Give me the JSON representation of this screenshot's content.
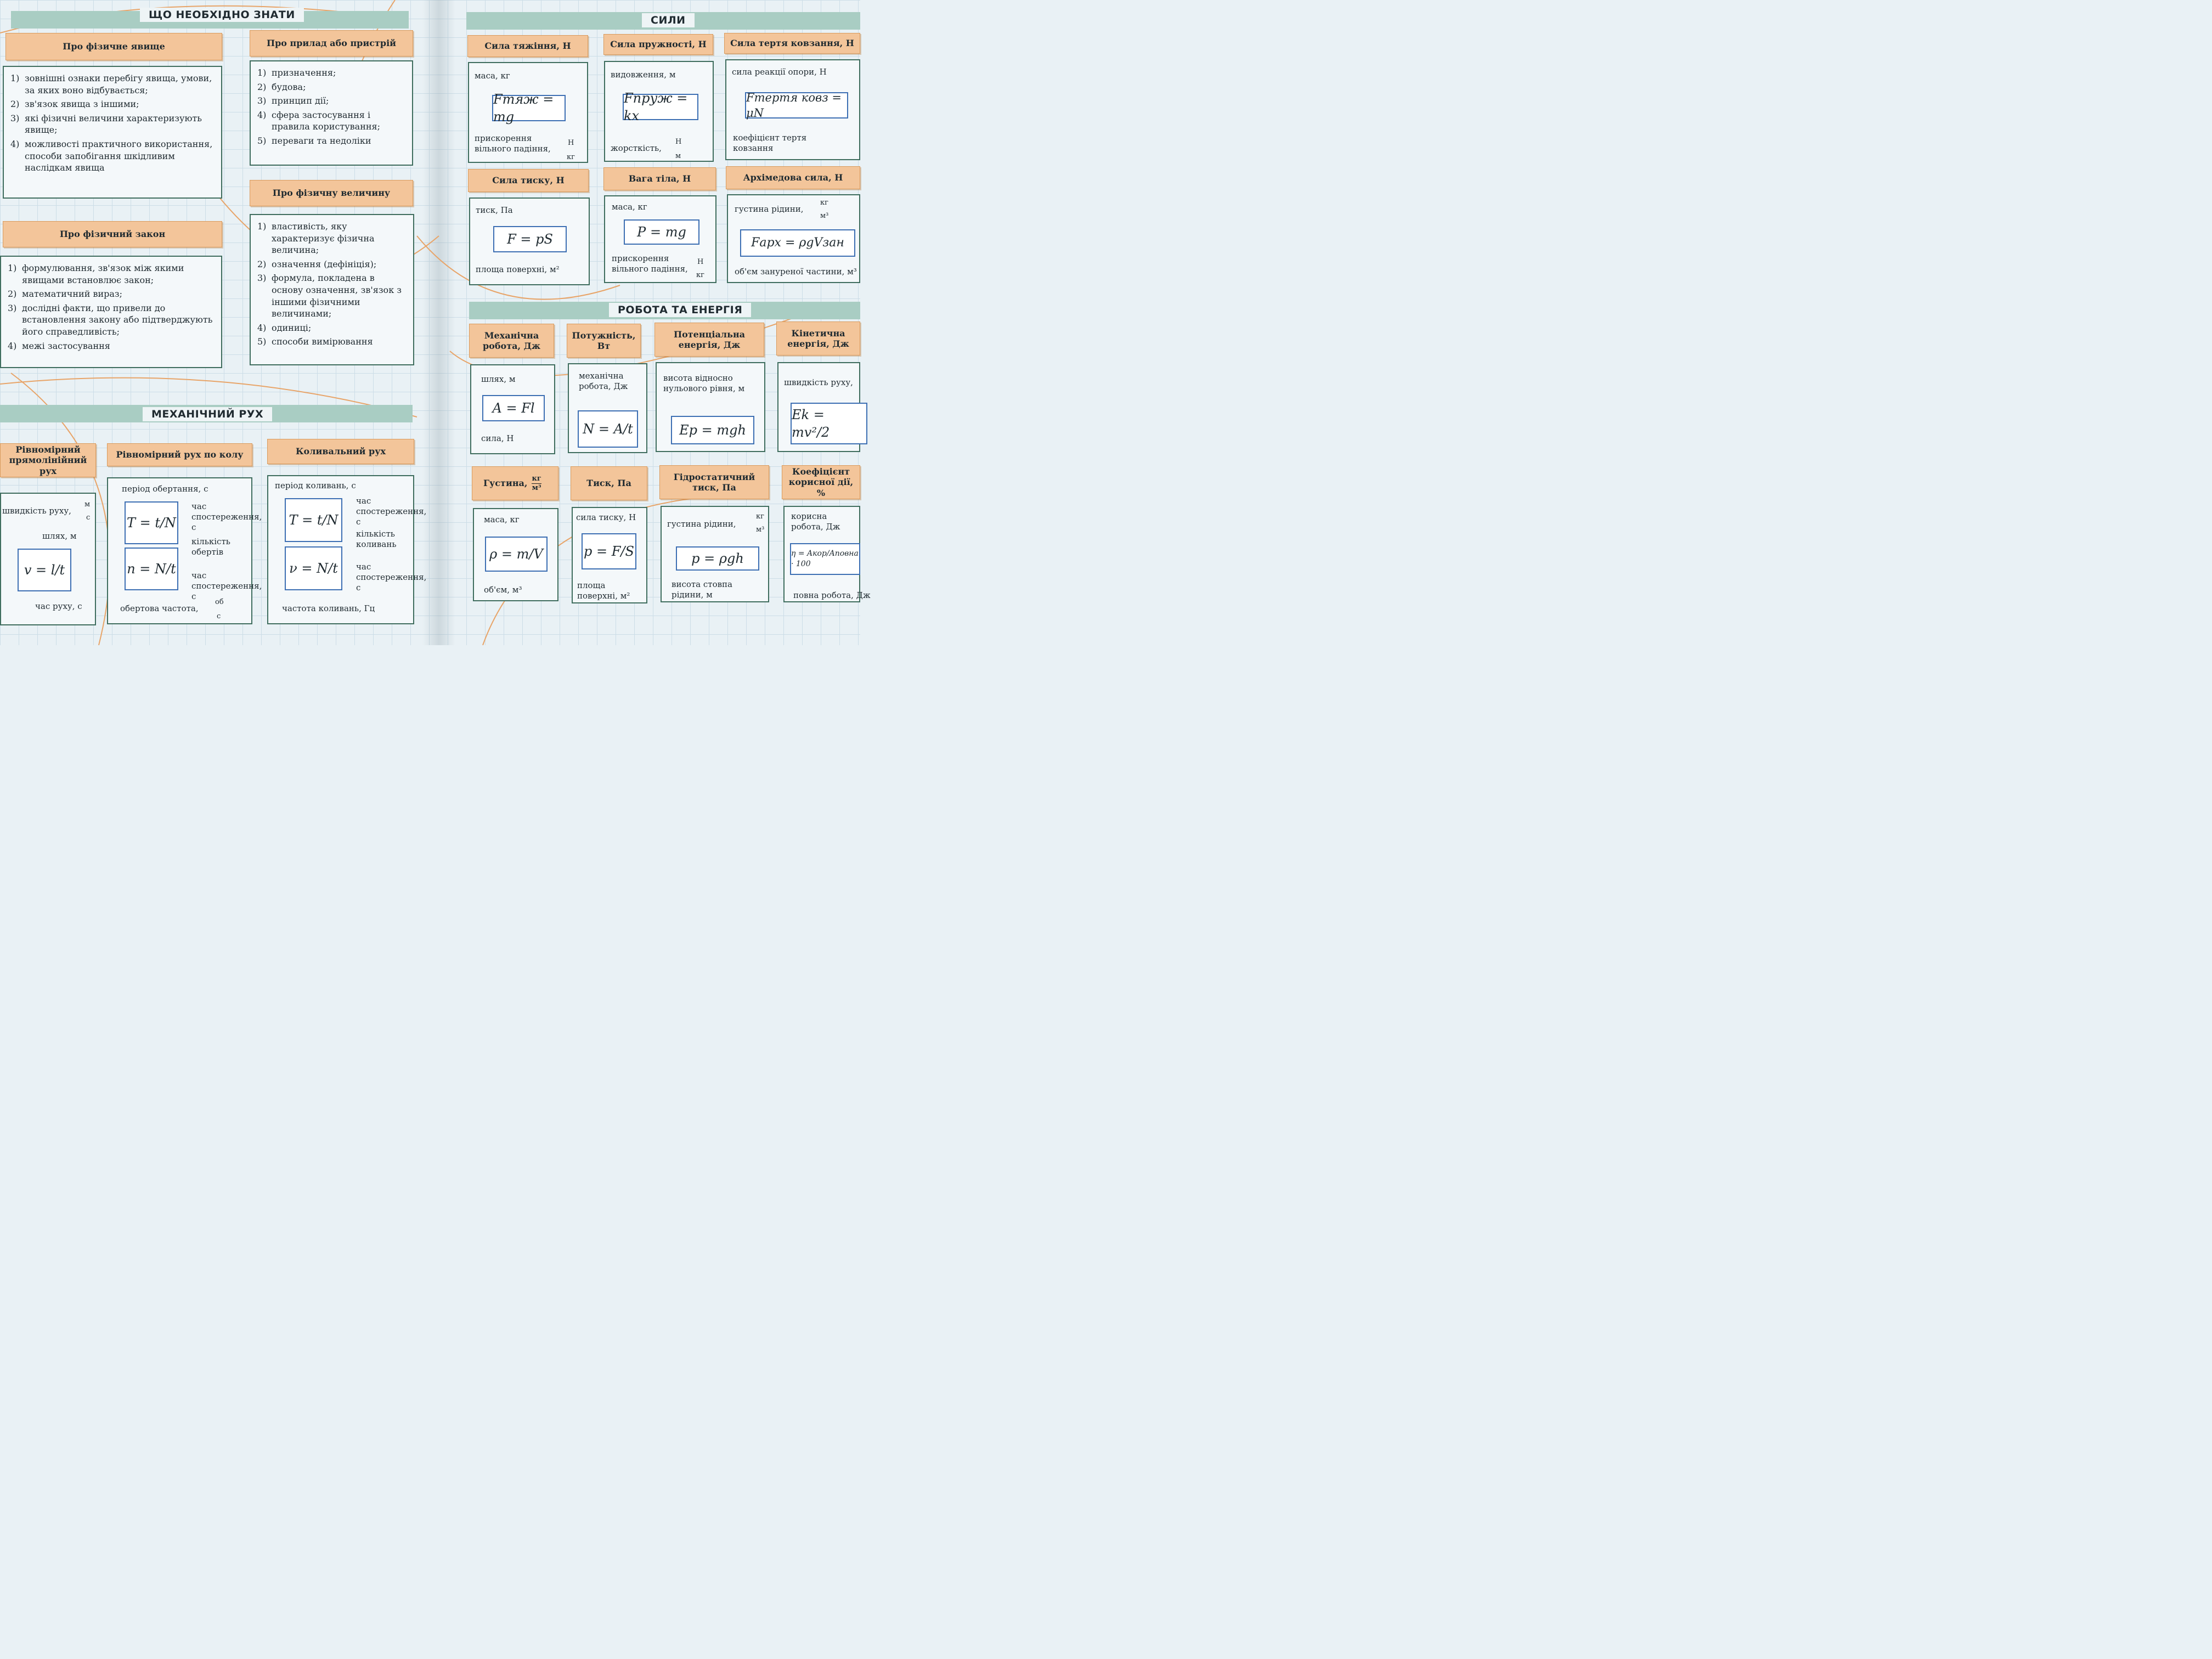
{
  "headers": {
    "what_to_know": "ЩО НЕОБХІДНО ЗНАТИ",
    "forces": "СИЛИ",
    "work_energy": "РОБОТА ТА ЕНЕРГІЯ",
    "mech_motion": "МЕХАНІЧНИЙ РУХ"
  },
  "about_phenomenon": {
    "title": "Про фізичне явище",
    "items": [
      {
        "n": "1)",
        "t": "зовнішні ознаки перебігу явища, умови, за яких воно відбувається;"
      },
      {
        "n": "2)",
        "t": "зв'язок явища з іншими;"
      },
      {
        "n": "3)",
        "t": "які фізичні величини характеризують явище;"
      },
      {
        "n": "4)",
        "t": "можливості практичного використання, способи запобігання шкідливим наслідкам явища"
      }
    ]
  },
  "about_device": {
    "title": "Про прилад або пристрій",
    "items": [
      {
        "n": "1)",
        "t": "призначення;"
      },
      {
        "n": "2)",
        "t": "будова;"
      },
      {
        "n": "3)",
        "t": "принцип дії;"
      },
      {
        "n": "4)",
        "t": "сфера застосування і правила користування;"
      },
      {
        "n": "5)",
        "t": "переваги та недоліки"
      }
    ]
  },
  "about_law": {
    "title": "Про фізичний закон",
    "items": [
      {
        "n": "1)",
        "t": "формулювання, зв'язок між якими явищами встановлює закон;"
      },
      {
        "n": "2)",
        "t": "математичний вираз;"
      },
      {
        "n": "3)",
        "t": "дослідні факти, що привели до встановлення закону або підтверджують його справедливість;"
      },
      {
        "n": "4)",
        "t": "межі застосування"
      }
    ]
  },
  "about_quantity": {
    "title": "Про фізичну величину",
    "items": [
      {
        "n": "1)",
        "t": "властивість, яку характеризує фізична величина;"
      },
      {
        "n": "2)",
        "t": "означення (дефініція);"
      },
      {
        "n": "3)",
        "t": "формула, покладена в основу означення, зв'язок з іншими фізичними величинами;"
      },
      {
        "n": "4)",
        "t": "одиниці;"
      },
      {
        "n": "5)",
        "t": "способи вимірювання"
      }
    ]
  },
  "motion": {
    "uniform": {
      "title": "Рівномірний прямолінійний рух",
      "speed": "швидкість руху,",
      "speed_unit_n": "м",
      "speed_unit_d": "с",
      "path": "шлях, м",
      "time": "час руху, с",
      "formula": "v = l/t"
    },
    "circular": {
      "title": "Рівномірний рух по колу",
      "period": "період обертання, с",
      "obs1": "час спостереження, с",
      "count": "кількість обертів",
      "obs2": "час спостереження, с",
      "freq": "обертова частота,",
      "freq_unit_n": "об",
      "freq_unit_d": "с",
      "f1": "T = t/N",
      "f2": "n = N/t"
    },
    "oscillation": {
      "title": "Коливальний рух",
      "period": "період коливань, с",
      "obs1": "час спостереження, с",
      "count": "кількість коливань",
      "obs2": "час спостереження, с",
      "freq": "частота коливань, Гц",
      "f1": "T = t/N",
      "f2": "ν = N/t"
    }
  },
  "forces": {
    "gravity": {
      "title": "Сила тяжіння, Н",
      "top": "маса, кг",
      "formula": "Fтяж = mg",
      "bottom": "прискорення вільного падіння,",
      "unit_n": "Н",
      "unit_d": "кг"
    },
    "elastic": {
      "title": "Сила пружності, Н",
      "top": "видовження, м",
      "formula": "Fпруж = kx",
      "bottom": "жорсткість,",
      "unit_n": "Н",
      "unit_d": "м"
    },
    "friction": {
      "title": "Сила тертя ковзання, Н",
      "top": "сила реакції опори, Н",
      "formula": "Fтертя ковз = μN",
      "bottom": "коефіцієнт тертя ковзання"
    },
    "pressure_force": {
      "title": "Сила тиску, Н",
      "top": "тиск, Па",
      "formula": "F = pS",
      "bottom": "площа поверхні, м²"
    },
    "weight": {
      "title": "Вага тіла, Н",
      "top": "маса, кг",
      "formula": "P = mg",
      "bottom": "прискорення вільного падіння,",
      "unit_n": "Н",
      "unit_d": "кг"
    },
    "archimedes": {
      "title": "Архімедова сила, Н",
      "top": "густина рідини,",
      "unit_n": "кг",
      "unit_d": "м³",
      "formula": "Fарх = ρgVзан",
      "bottom": "об'єм зануреної частини, м³"
    }
  },
  "energy": {
    "work": {
      "title": "Механічна робота, Дж",
      "top": "шлях, м",
      "formula": "A = Fl",
      "bottom": "сила, Н"
    },
    "power": {
      "title": "Потужність, Вт",
      "top": "механічна робота, Дж",
      "formula": "N = A/t"
    },
    "potential": {
      "title": "Потенціальна енергія, Дж",
      "top": "висота відносно нульового рівня, м",
      "formula": "Ep = mgh"
    },
    "kinetic": {
      "title": "Кінетична енергія, Дж",
      "top": "швидкість руху,",
      "formula": "Ek = mv²/2"
    },
    "density": {
      "title": "Густина,",
      "unit_n": "кг",
      "unit_d": "м³",
      "top": "маса, кг",
      "formula": "ρ = m/V",
      "bottom": "об'єм, м³"
    },
    "pressure": {
      "title": "Тиск, Па",
      "top": "сила тиску, Н",
      "formula": "p = F/S",
      "bottom": "площа поверхні, м²"
    },
    "hydro": {
      "title": "Гідростатичний тиск, Па",
      "top": "густина рідини,",
      "unit_n": "кг",
      "unit_d": "м³",
      "formula": "p = ρgh",
      "bottom": "висота стовпа рідини, м"
    },
    "efficiency": {
      "title": "Коефіцієнт корисної дії, %",
      "top": "корисна робота, Дж",
      "formula": "η = Aкор/Aповна · 100",
      "bottom": "повна робота, Дж"
    }
  }
}
